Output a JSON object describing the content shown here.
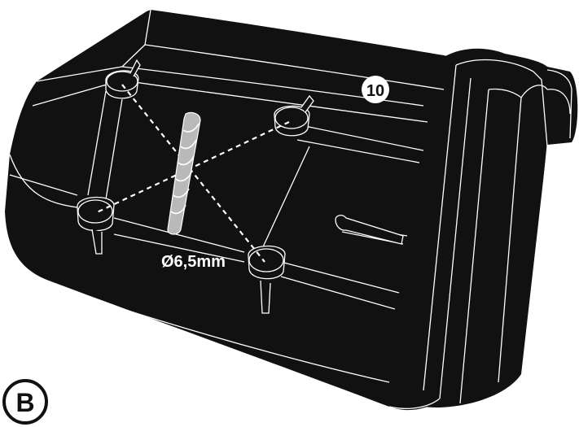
{
  "diagram": {
    "step_label": "B",
    "part_number": "10",
    "drill_size": "Ø6,5mm"
  },
  "colors": {
    "body": "#111111",
    "outline": "#ffffff",
    "drill_bit": "#b9b9b9",
    "background": "#ffffff"
  }
}
